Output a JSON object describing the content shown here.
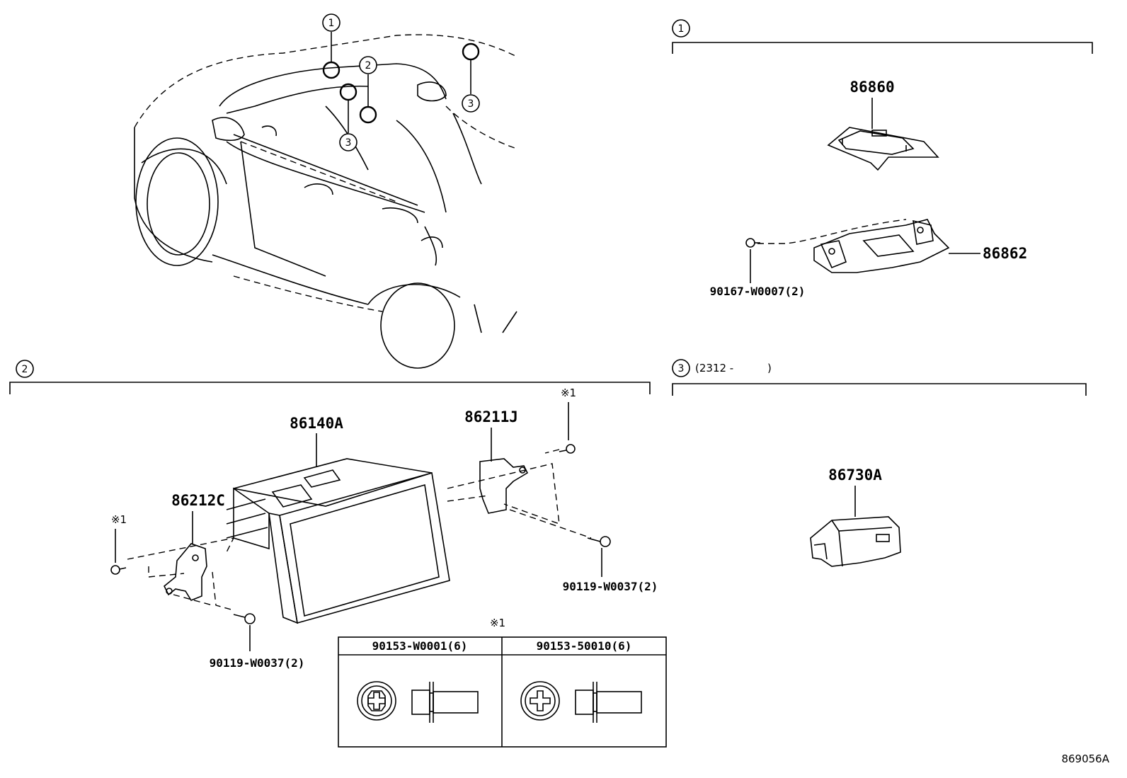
{
  "callouts": {
    "c1": "1",
    "c2": "2",
    "c3": "3"
  },
  "sections": {
    "s1": {
      "num": "1"
    },
    "s2": {
      "num": "2"
    },
    "s3": {
      "num": "3",
      "range_open": "(2312 -",
      "range_close": ")"
    }
  },
  "parts": {
    "p86860": "86860",
    "p86862": "86862",
    "p90167": "90167-W0007(2)",
    "p86140A": "86140A",
    "p86211J": "86211J",
    "p86212C": "86212C",
    "p90119_right": "90119-W0037(2)",
    "p90119_left": "90119-W0037(2)",
    "p86730A": "86730A"
  },
  "notes": {
    "ref_mark": "※1"
  },
  "fastener_table": {
    "col1_header": "90153-W0001(6)",
    "col2_header": "90153-50010(6)"
  },
  "diagram_code": "869056A"
}
